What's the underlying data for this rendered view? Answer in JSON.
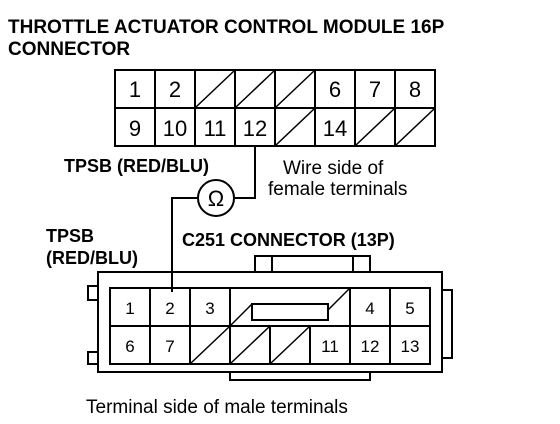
{
  "title_line1": "THROTTLE ACTUATOR CONTROL MODULE 16P",
  "title_line2": "CONNECTOR",
  "tpsb_top": "TPSB (RED/BLU)",
  "wire_side_line1": "Wire side of",
  "wire_side_line2": "female terminals",
  "ohm_symbol": "Ω",
  "tpsb_left_line1": "TPSB",
  "tpsb_left_line2": "(RED/BLU)",
  "c251_title": "C251 CONNECTOR (13P)",
  "terminal_side": "Terminal side of male terminals",
  "top_connector": {
    "row1": [
      "1",
      "2",
      "",
      "",
      "",
      "6",
      "7",
      "8"
    ],
    "row2": [
      "9",
      "10",
      "11",
      "12",
      "",
      "14",
      "",
      ""
    ]
  },
  "bottom_connector": {
    "row1": [
      "1",
      "2",
      "3",
      "",
      "",
      "",
      "4",
      "5"
    ],
    "row2": [
      "6",
      "7",
      "",
      "",
      "",
      "11",
      "12",
      "13"
    ]
  }
}
